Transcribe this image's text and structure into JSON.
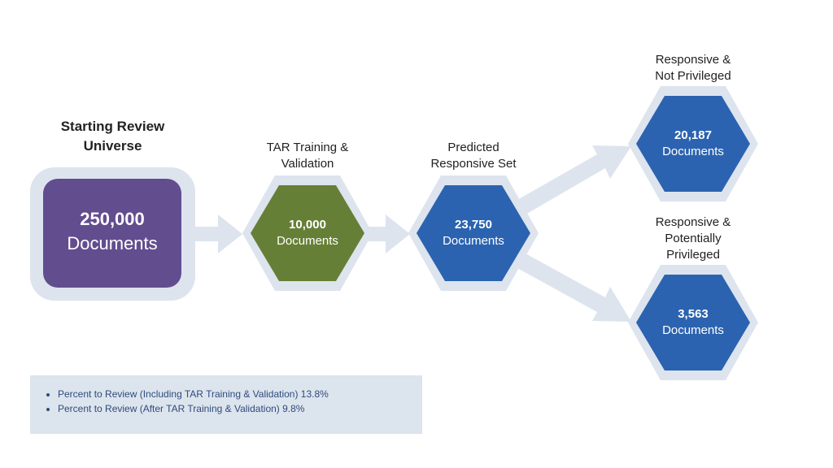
{
  "start": {
    "title_line1": "Starting Review",
    "title_line2": "Universe",
    "count": "250,000",
    "unit": "Documents",
    "color": "#624d8f"
  },
  "tar": {
    "label_line1": "TAR Training &",
    "label_line2": "Validation",
    "count": "10,000",
    "unit": "Documents",
    "color": "#667f37"
  },
  "predicted": {
    "label_line1": "Predicted",
    "label_line2": "Responsive Set",
    "count": "23,750",
    "unit": "Documents",
    "color": "#2b63b0"
  },
  "not_privileged": {
    "label_line1": "Responsive &",
    "label_line2": "Not Privileged",
    "count": "20,187",
    "unit": "Documents",
    "color": "#2b63b0"
  },
  "privileged": {
    "label_line1": "Responsive &",
    "label_line2": "Potentially",
    "label_line3": "Privileged",
    "count": "3,563",
    "unit": "Documents",
    "color": "#2b63b0"
  },
  "notes": [
    "Percent to Review (Including TAR Training & Validation) 13.8%",
    "Percent to Review (After TAR Training & Validation) 9.8%"
  ],
  "colors": {
    "arrow": "#dde4ee",
    "frame": "#dde4ee",
    "notes_background": "#dce4ee",
    "notes_text": "#2f4b7c"
  }
}
